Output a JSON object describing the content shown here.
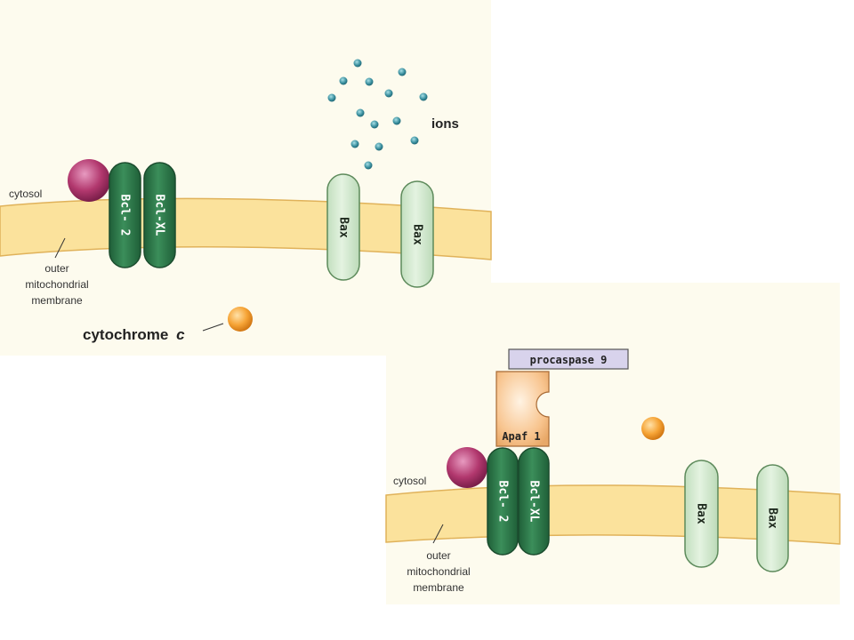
{
  "panel_top": {
    "cytosol": "cytosol",
    "membrane_label": [
      "outer",
      "mitochondrial",
      "membrane"
    ],
    "cytochrome": "cytochrome",
    "cytochrome_italic": "c",
    "ions": "ions",
    "bcl2": "Bcl- 2",
    "bclxl": "Bcl-XL",
    "bax_left": "Bax",
    "bax_right": "Bax"
  },
  "panel_bottom": {
    "cytosol": "cytosol",
    "membrane_label": [
      "outer",
      "mitochondrial",
      "membrane"
    ],
    "procaspase": "procaspase 9",
    "apaf": "Apaf 1",
    "bcl2": "Bcl- 2",
    "bclxl": "Bcl-XL",
    "bax_left": "Bax",
    "bax_right": "Bax"
  },
  "colors": {
    "background": "#fdfbee",
    "membrane": "#fbe29c",
    "membrane_edge": "#e0b25a",
    "bcl_green": "#2f7a4c",
    "bax_green": "#d6ecd2",
    "magenta": "#b2386e",
    "orange": "#f6a436",
    "ion_teal": "#3a8f9e",
    "apaf": "#f8c48e",
    "procaspase": "#d8d3ec"
  }
}
